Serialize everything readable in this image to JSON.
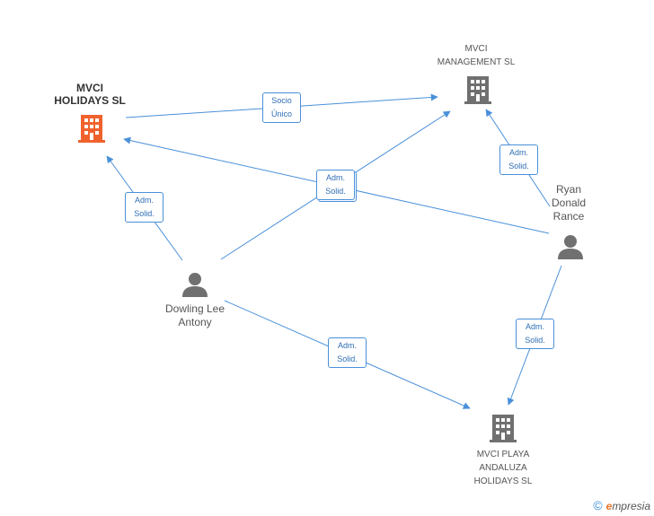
{
  "nodes": {
    "mvci_holidays": {
      "label": "MVCI\nHOLIDAYS SL"
    },
    "mvci_management": {
      "label": "MVCI\nMANAGEMENT SL"
    },
    "mvci_playa": {
      "label": "MVCI PLAYA\nANDALUZA\nHOLIDAYS SL"
    },
    "ryan": {
      "label": "Ryan\nDonald\nRance"
    },
    "dowling": {
      "label": "Dowling Lee\nAntony"
    }
  },
  "edges": {
    "socio_unico": "Socio\nÚnico",
    "adm_center": "Adm.\nSolid.",
    "adm_left": "Adm.\nSolid.",
    "adm_right_top": "Adm.\nSolid.",
    "adm_right_bottom": "Adm.\nSolid.",
    "adm_bottom": "Adm.\nSolid."
  },
  "colors": {
    "focus_building": "#f0622d",
    "building": "#707070",
    "person": "#707070",
    "edge": "#4a90d9"
  },
  "footer": {
    "copyright": "©",
    "brand_first": "e",
    "brand_rest": "mpresia"
  }
}
